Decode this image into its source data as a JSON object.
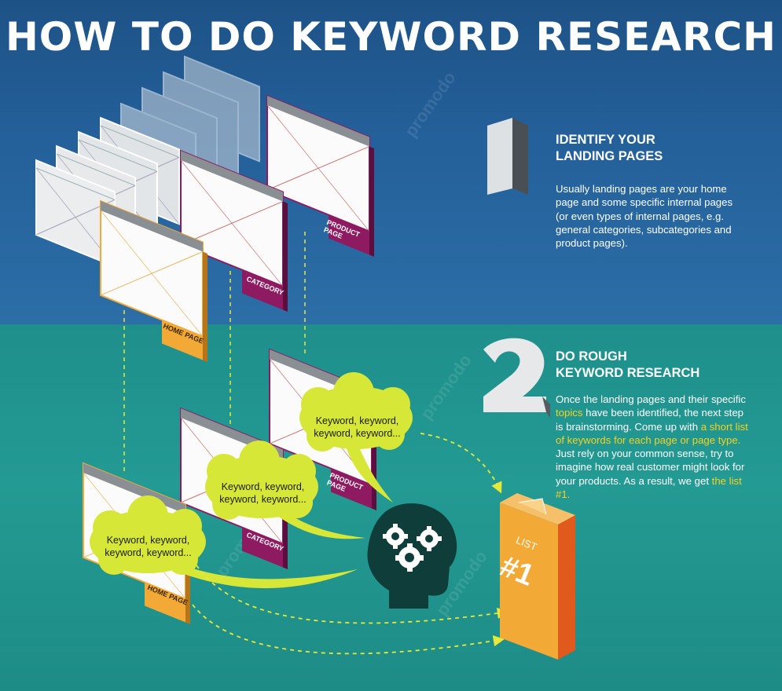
{
  "title": "HOW TO DO KEYWORD RESEARCH",
  "step1": {
    "number": "1",
    "title_line1": "IDENTIFY YOUR",
    "title_line2": "LANDING PAGES",
    "text": "Usually landing pages are your home page and some specific internal pages (or even types of internal pages, e.g. general categories, subcategories and product pages)."
  },
  "step2": {
    "number": "2",
    "title_line1": "DO ROUGH",
    "title_line2": "KEYWORD RESEARCH",
    "text_part1": "Once the landing pages and their specific ",
    "highlight1": "topics",
    "text_part2": " have been identified, the next step is brainstorming. Come up with ",
    "highlight2": "a short list of keywords for each page or page type.",
    "text_part3": " Just rely on your common sense, try to imagine how real customer might look for your products. As a result, we get ",
    "highlight3": "the list #1."
  },
  "pages": {
    "home": "HOME PAGE",
    "category": "CATEGORY",
    "product": "PRODUCT PAGE"
  },
  "bubble": {
    "line1": "Keyword, keyword,",
    "line2": "keyword, keyword..."
  },
  "list": {
    "label": "LIST",
    "number": "#1"
  },
  "watermark": "promodo",
  "colors": {
    "top_bg": "#2c6ea7",
    "bottom_bg": "#239a93",
    "home_accent": "#f3a935",
    "page_accent": "#8e1a62",
    "bubble": "#d6e737",
    "highlight": "#f4d21f",
    "list_front": "#f3a935",
    "list_side": "#e05a1e"
  }
}
